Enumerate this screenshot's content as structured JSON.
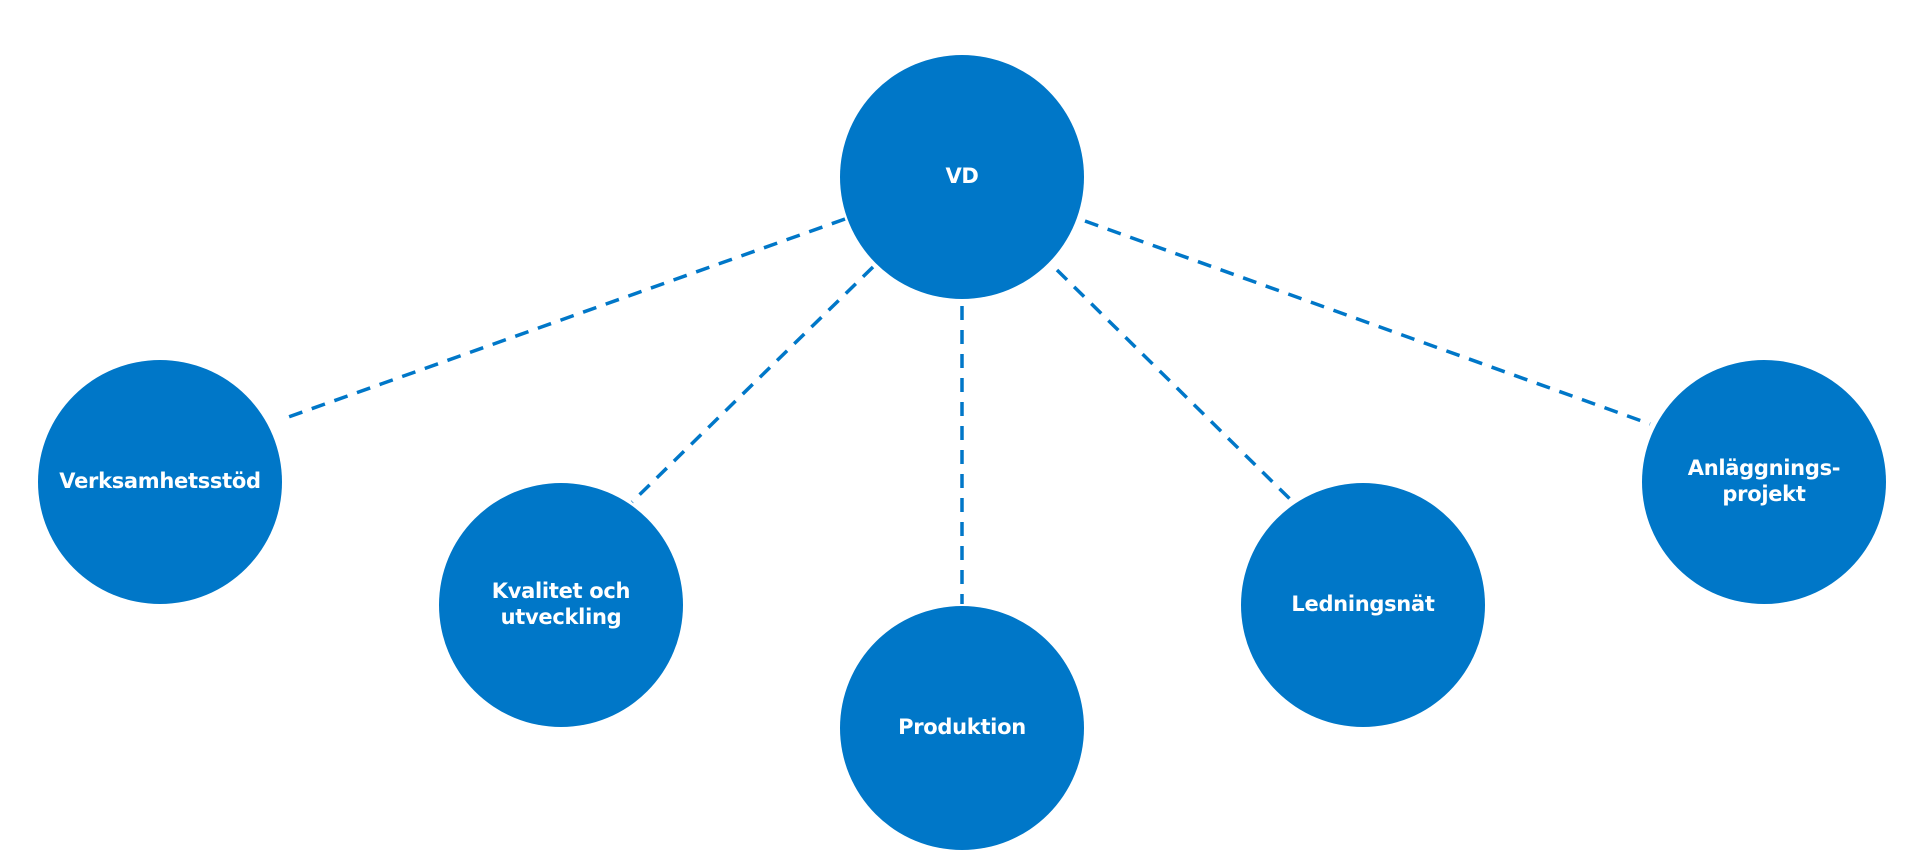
{
  "diagram": {
    "root": {
      "label_lines": [
        "VD"
      ]
    },
    "children": [
      {
        "id": "verksamhetsstod",
        "label_lines": [
          "Verksamhetsstöd"
        ]
      },
      {
        "id": "kvalitet",
        "label_lines": [
          "Kvalitet och",
          "utveckling"
        ]
      },
      {
        "id": "produktion",
        "label_lines": [
          "Produktion"
        ]
      },
      {
        "id": "ledningsnat",
        "label_lines": [
          "Ledningsnät"
        ]
      },
      {
        "id": "anlaggning",
        "label_lines": [
          "Anläggnings-",
          "projekt"
        ]
      }
    ],
    "colors": {
      "node": "#0077c8",
      "connector": "#0077c8",
      "label": "#ffffff"
    }
  }
}
